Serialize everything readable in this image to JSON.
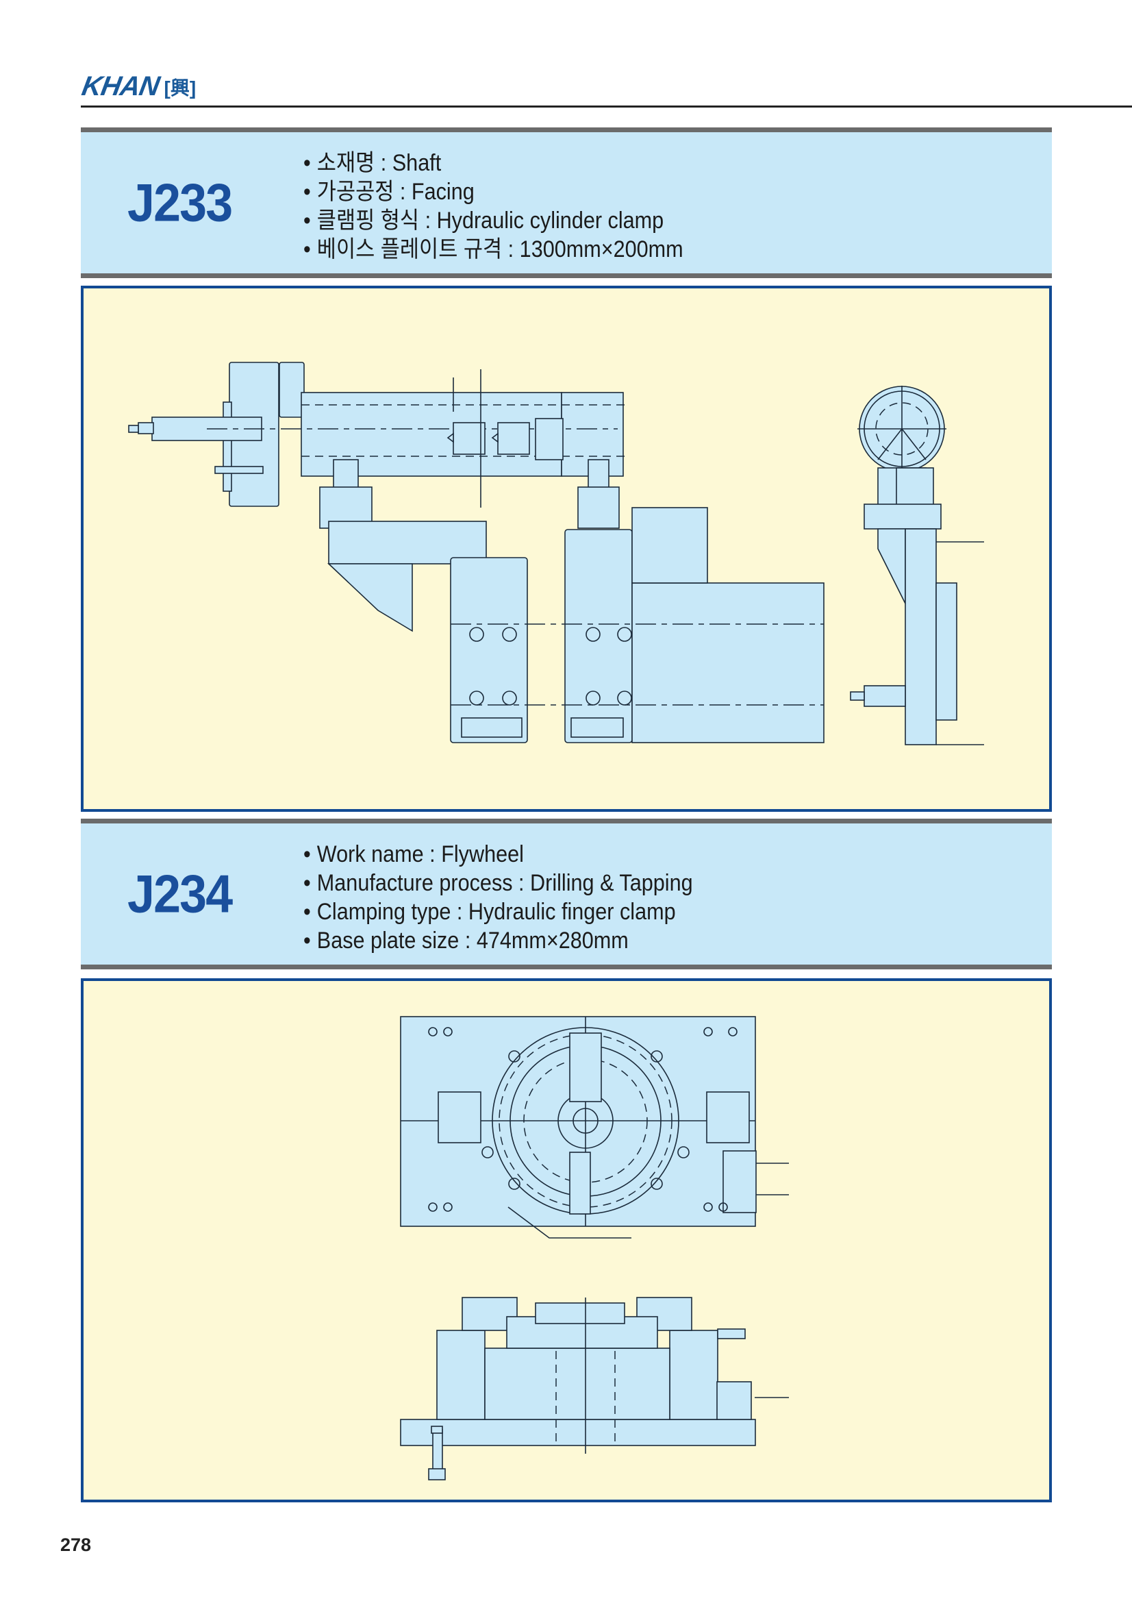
{
  "header": {
    "logo_text": "KHAN",
    "logo_mark": "[興]"
  },
  "items": [
    {
      "code": "J233",
      "bullet": "•",
      "specs": [
        {
          "label": "소재명",
          "value": "Shaft"
        },
        {
          "label": "가공공정",
          "value": "Facing"
        },
        {
          "label": "클램핑 형식",
          "value": "Hydraulic cylinder clamp"
        },
        {
          "label": "베이스 플레이트 규격",
          "value": "1300mm×200mm"
        }
      ],
      "specs_text": [
        "소재명 : Shaft",
        "가공공정 : Facing",
        "클램핑 형식 : Hydraulic cylinder clamp",
        "베이스 플레이트 규격 : 1300mm×200mm"
      ],
      "drawing": "Shaft facing fixture – front and side elevation (CAD)"
    },
    {
      "code": "J234",
      "bullet": "•",
      "specs": [
        {
          "label": "Work name",
          "value": "Flywheel"
        },
        {
          "label": "Manufacture process",
          "value": "Drilling & Tapping"
        },
        {
          "label": "Clamping type",
          "value": "Hydraulic finger clamp"
        },
        {
          "label": "Base plate size",
          "value": "474mm×280mm"
        }
      ],
      "specs_text": [
        "Work name : Flywheel",
        "Manufacture process : Drilling & Tapping",
        "Clamping type : Hydraulic finger clamp",
        "Base plate size : 474mm×280mm"
      ],
      "drawing": "Flywheel drilling fixture – plan and front elevation (CAD)"
    }
  ],
  "colors": {
    "brand_blue": "#1a4f9c",
    "spec_bg": "#c8e8f8",
    "spec_border": "#6b6b6b",
    "drawing_bg": "#fdf9d6",
    "drawing_border": "#124a93"
  },
  "footer": {
    "page_number": "278"
  }
}
